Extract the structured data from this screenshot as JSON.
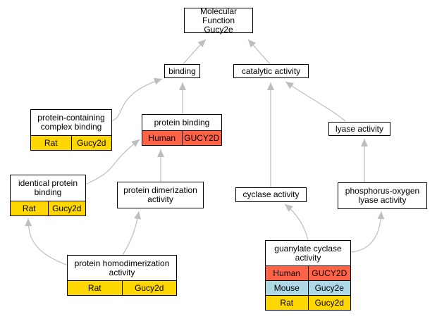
{
  "nodes": {
    "root": {
      "title": "Molecular Function\nGucy2e"
    },
    "binding": {
      "title": "binding"
    },
    "catalytic": {
      "title": "catalytic activity"
    },
    "complex_binding": {
      "title": "protein-containing\ncomplex binding",
      "rows": [
        {
          "species": "Rat",
          "gene": "Gucy2d"
        }
      ]
    },
    "protein_binding": {
      "title": "protein binding",
      "rows": [
        {
          "species": "Human",
          "gene": "GUCY2D"
        }
      ]
    },
    "lyase": {
      "title": "lyase activity"
    },
    "identical": {
      "title": "identical protein\nbinding",
      "rows": [
        {
          "species": "Rat",
          "gene": "Gucy2d"
        }
      ]
    },
    "dimerization": {
      "title": "protein dimerization\nactivity"
    },
    "cyclase": {
      "title": "cyclase activity"
    },
    "phosphorus": {
      "title": "phosphorus-oxygen\nlyase activity"
    },
    "homodimerization": {
      "title": "protein homodimerization\nactivity",
      "rows": [
        {
          "species": "Rat",
          "gene": "Gucy2d"
        }
      ]
    },
    "guanylate": {
      "title": "guanylate cyclase\nactivity",
      "rows": [
        {
          "species": "Human",
          "gene": "GUCY2D"
        },
        {
          "species": "Mouse",
          "gene": "Gucy2e"
        },
        {
          "species": "Rat",
          "gene": "Gucy2d"
        }
      ]
    }
  },
  "colors": {
    "edge": "#bebebe",
    "Rat": "#ffd700",
    "Human": "#ff6347",
    "Mouse": "#add8e6"
  }
}
